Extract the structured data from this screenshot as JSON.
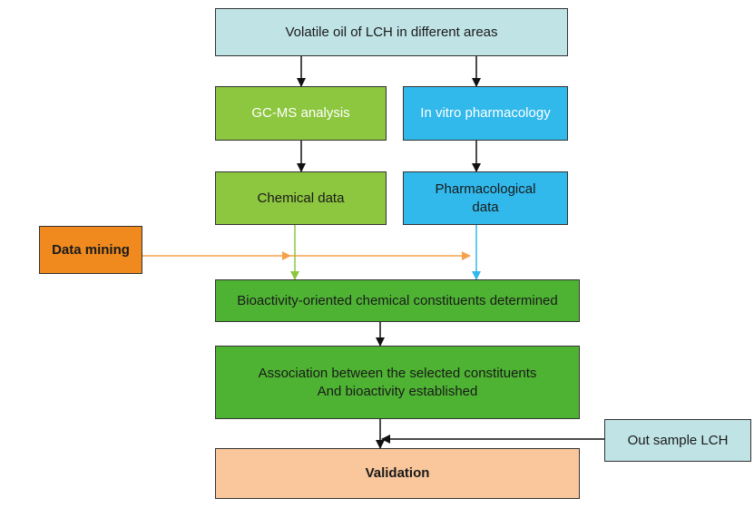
{
  "nodes": {
    "source": "Volatile oil of LCH in different areas",
    "gcms": "GC-MS analysis",
    "invitro": "In vitro pharmacology",
    "chemical": "Chemical data",
    "pharma": "Pharmacological\ndata",
    "mining": "Data mining",
    "bioactivity": "Bioactivity-oriented chemical constituents determined",
    "association": "Association between the selected constituents\nAnd bioactivity established",
    "outsample": "Out sample LCH",
    "validation": "Validation"
  },
  "colors": {
    "source_fill": "#c0e3e6",
    "green_fill": "#8dc63f",
    "green_dark_fill": "#4eb333",
    "cyan_fill": "#31b9ec",
    "orange_fill": "#f08a1f",
    "peach_fill": "#f9c79b",
    "mining_arrow": "#f5a24a",
    "chem_arrow": "#8dc63f",
    "pharma_arrow": "#31b9ec"
  }
}
